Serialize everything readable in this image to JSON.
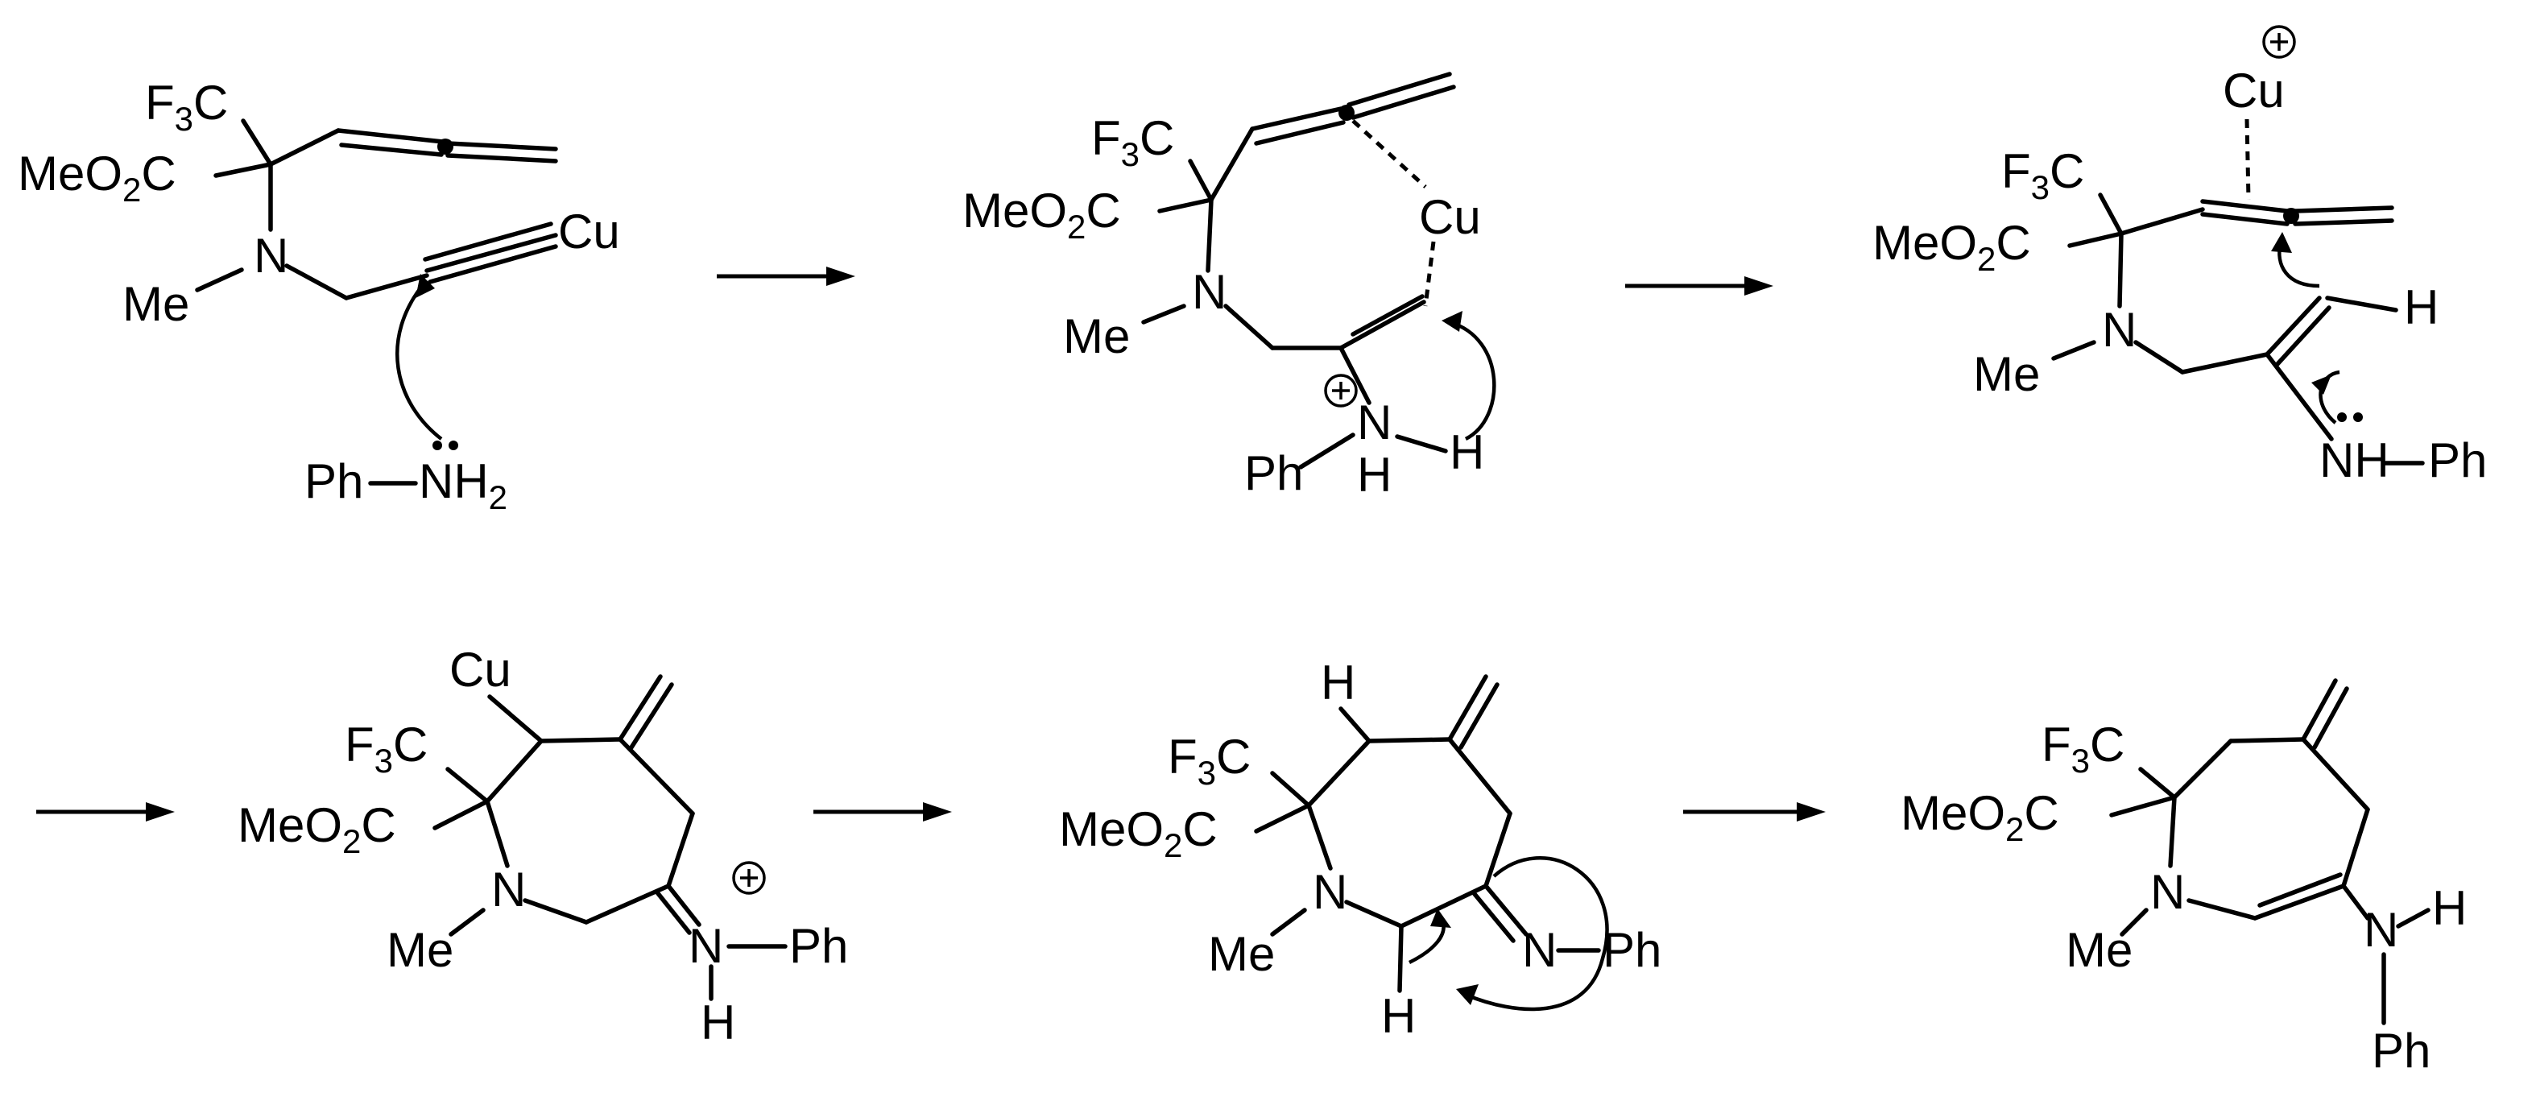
{
  "labels": {
    "f3c": "F",
    "three": "3",
    "c": "C",
    "meo2c_a": "MeO",
    "two": "2",
    "meo2c_b": "C",
    "n": "N",
    "me": "Me",
    "cu": "Cu",
    "ph": "Ph",
    "h": "H",
    "nh": "NH",
    "h2": "2",
    "plus": "+"
  }
}
